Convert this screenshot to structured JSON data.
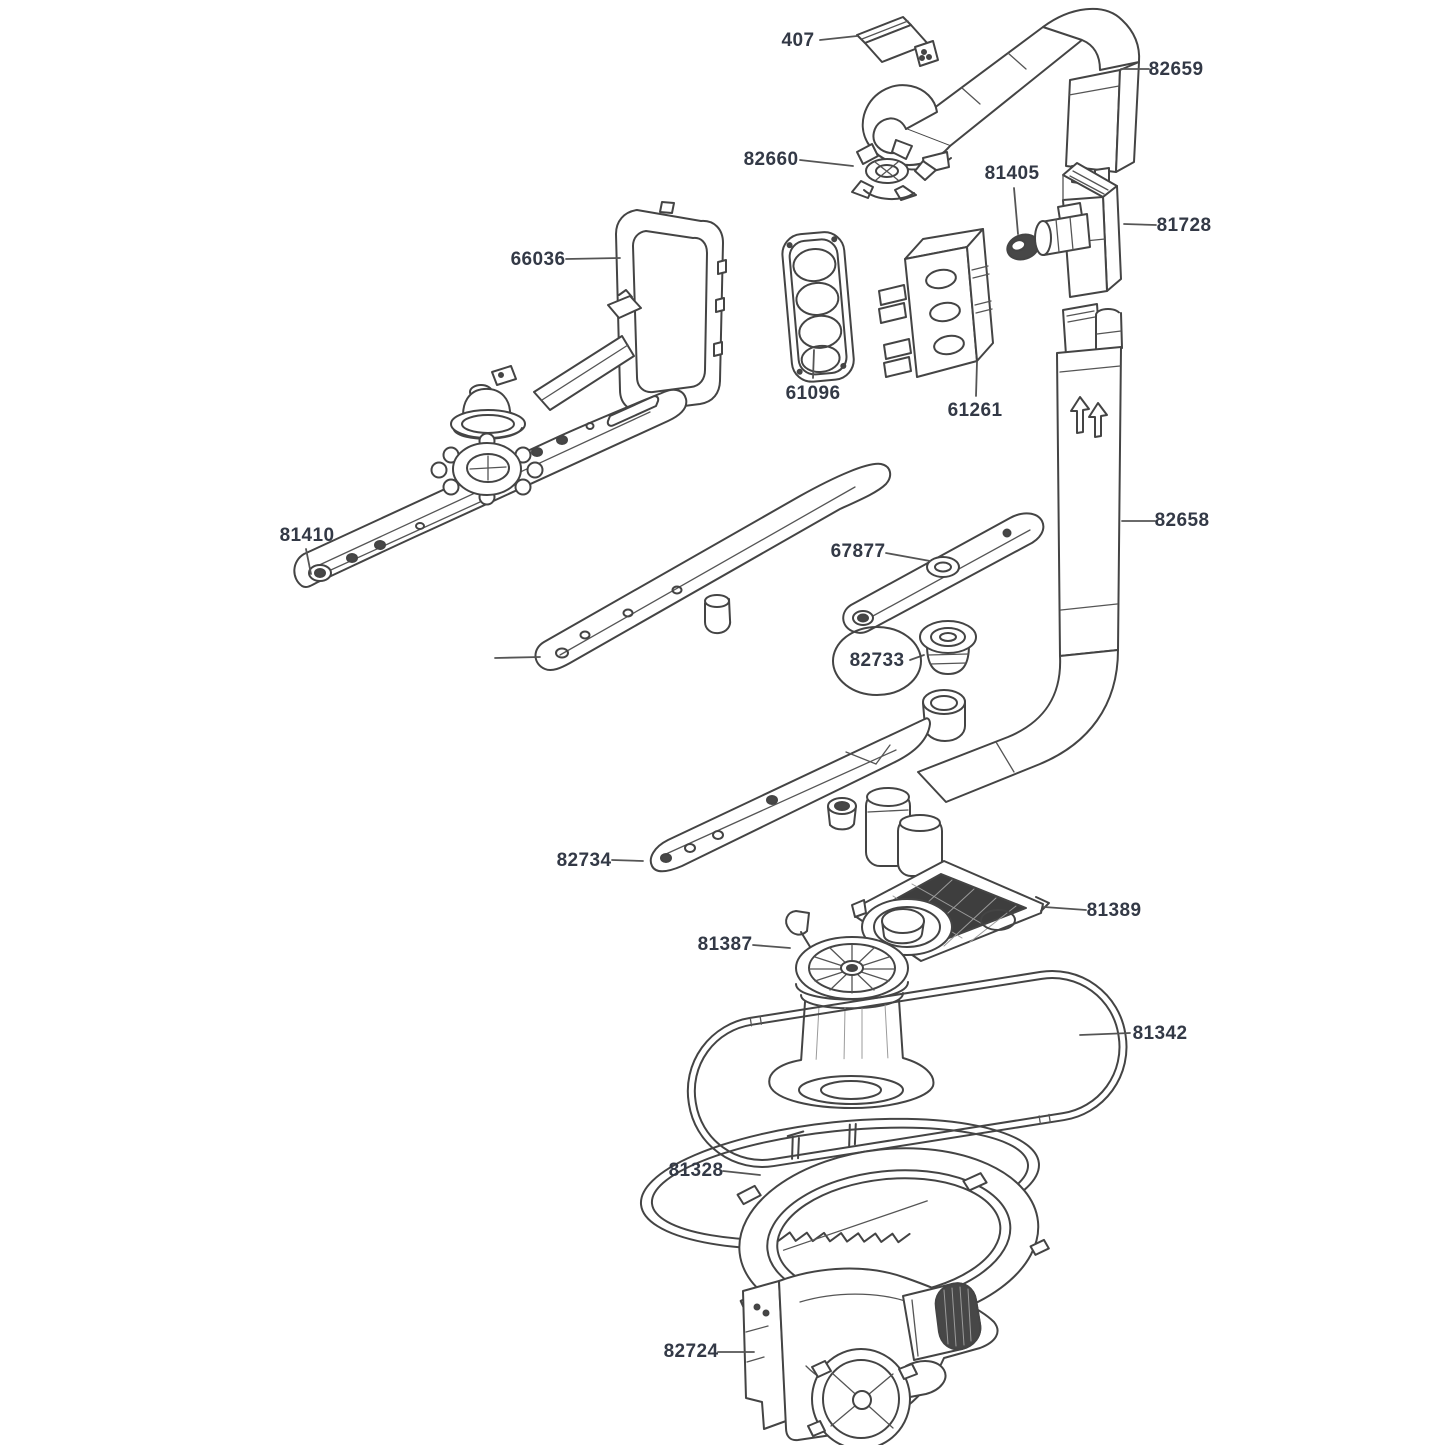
{
  "diagram": {
    "type": "exploded-parts-diagram",
    "background": "#ffffff",
    "line_color": "#444444",
    "label_color": "#333946",
    "highlight": {
      "part_number": "82733",
      "color": "#e3120b",
      "shape": "ellipse"
    },
    "duct_arrows_icon": "↑↑",
    "labels": [
      {
        "text": "407"
      },
      {
        "text": "82659"
      },
      {
        "text": "82660"
      },
      {
        "text": "81405"
      },
      {
        "text": "81728"
      },
      {
        "text": "66036"
      },
      {
        "text": "61096"
      },
      {
        "text": "61261"
      },
      {
        "text": "81410"
      },
      {
        "text": "67877"
      },
      {
        "text": "82658"
      },
      {
        "text": "82733"
      },
      {
        "text": "82734"
      },
      {
        "text": "81389"
      },
      {
        "text": "81387"
      },
      {
        "text": "81342"
      },
      {
        "text": "81328"
      },
      {
        "text": "82724"
      }
    ]
  }
}
